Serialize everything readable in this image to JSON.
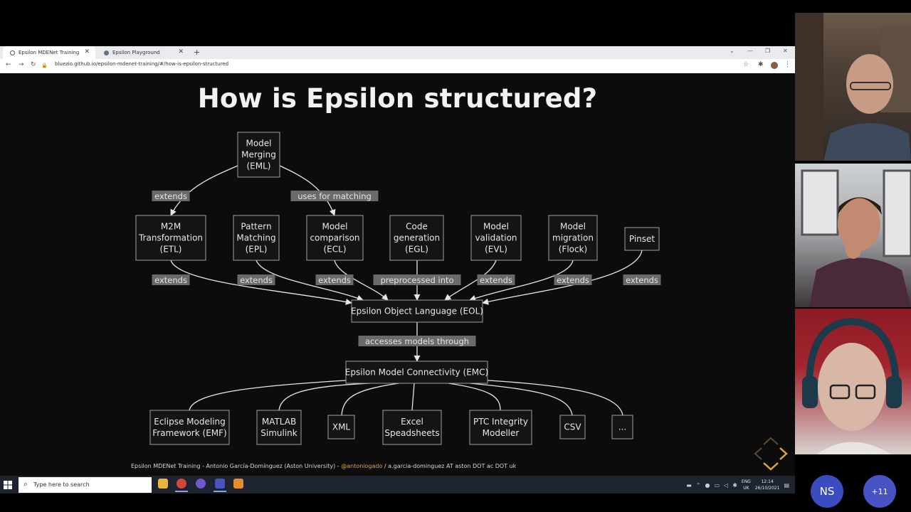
{
  "browser": {
    "tabs": [
      {
        "title": "Epsilon MDENet Training",
        "icon": "globe-icon",
        "active": true
      },
      {
        "title": "Epsilon Playground",
        "icon": "playground-icon",
        "active": false
      }
    ],
    "new_tab_label": "+",
    "url": "bluezio.github.io/epsilon-mdenet-training/#/how-is-epsilon-structured"
  },
  "slide": {
    "title": "How is Epsilon structured?",
    "footer": {
      "prefix": "Epsilon MDENet Training - Antonio García-Domínguez (Aston University) - ",
      "handle": "@antoniogado",
      "suffix": " / a.garcia-dominguez AT aston DOT ac DOT uk"
    },
    "diagram": {
      "nodes": {
        "eml": [
          "Model",
          "Merging",
          "(EML)"
        ],
        "etl": [
          "M2M",
          "Transformation",
          "(ETL)"
        ],
        "epl": [
          "Pattern",
          "Matching",
          "(EPL)"
        ],
        "ecl": [
          "Model",
          "comparison",
          "(ECL)"
        ],
        "egl": [
          "Code",
          "generation",
          "(EGL)"
        ],
        "evl": [
          "Model",
          "validation",
          "(EVL)"
        ],
        "flock": [
          "Model",
          "migration",
          "(Flock)"
        ],
        "pinset": [
          "Pinset"
        ],
        "eol": [
          "Epsilon Object Language (EOL)"
        ],
        "emc": [
          "Epsilon Model Connectivity (EMC)"
        ],
        "emf": [
          "Eclipse Modeling",
          "Framework (EMF)"
        ],
        "matlab": [
          "MATLAB",
          "Simulink"
        ],
        "xml": [
          "XML"
        ],
        "excel": [
          "Excel",
          "Speadsheets"
        ],
        "ptc": [
          "PTC Integrity",
          "Modeller"
        ],
        "csv": [
          "CSV"
        ],
        "more": [
          "..."
        ]
      },
      "edge_labels": {
        "eml_etl": "extends",
        "eml_ecl": "uses for matching",
        "etl_eol": "extends",
        "epl_eol": "extends",
        "ecl_eol": "extends",
        "egl_eol": "preprocessed into",
        "evl_eol": "extends",
        "flock_eol": "extends",
        "pinset_eol": "extends",
        "eol_emc": "accesses models through"
      }
    }
  },
  "taskbar": {
    "search_placeholder": "Type here to search",
    "language": [
      "ENG",
      "UK"
    ],
    "time": "12:14",
    "date": "26/10/2021"
  },
  "video_call": {
    "participants_shown": 3,
    "avatar_initials": "NS",
    "overflow_count": "+11"
  },
  "colors": {
    "slide_bg": "#0c0c0c",
    "edge_label_bg": "#6a6a6a",
    "footer_handle": "#e0a53a",
    "taskbar_bg": "#1d2430"
  }
}
